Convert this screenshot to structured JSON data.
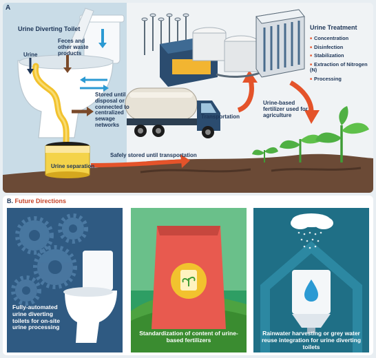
{
  "panel_a": {
    "label": "A",
    "toilet_title": "Urine Diverting Toilet",
    "urine_label": "Urine",
    "feces_label": "Feces and other waste products",
    "stored_label": "Stored until disposal or connected to centralized sewage networks",
    "separation_label": "Urine separation",
    "safely_stored_label": "Safely stored until transportation",
    "transportation_label": "Transportation",
    "treatment_title": "Urine Treatment",
    "treatment_steps": [
      "Concentration",
      "Disinfection",
      "Stabilization",
      "Extraction of Nitrogen (N)",
      "Processing"
    ],
    "fertilizer_label": "Urine-based fertilizer used for agriculture"
  },
  "panel_b": {
    "label": "B.",
    "title": "Future Directions",
    "cards": [
      {
        "caption": "Fully-automated urine diverting toilets for on-site urine processing",
        "color": "#2f5a82"
      },
      {
        "caption": "Standardization of content of urine-based fertilizers",
        "color": "#2e9e64"
      },
      {
        "caption": "Rainwater harvesting or grey water reuse integration for urine diverting toilets",
        "color": "#1f6f86"
      }
    ]
  },
  "colors": {
    "navy": "#1d3557",
    "orange_arrow": "#e4532a",
    "urine_yellow": "#f2c22e",
    "ground": "#6b4a36",
    "plant_green": "#3f9c35"
  }
}
